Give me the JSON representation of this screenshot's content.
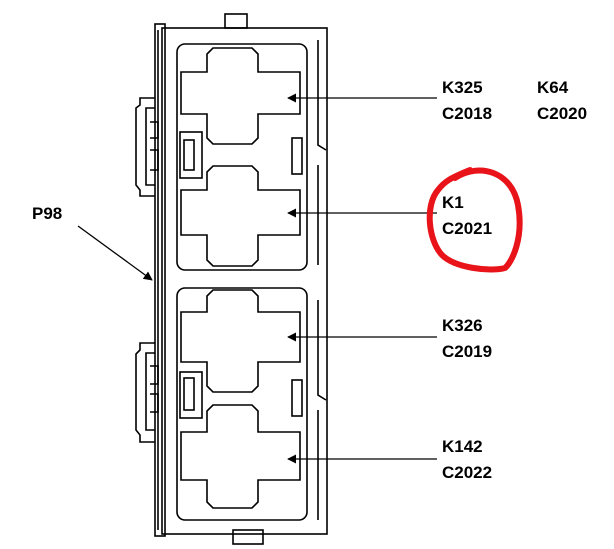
{
  "connector_label": "P98",
  "relays": [
    {
      "relay": "K325",
      "connector": "C2018"
    },
    {
      "relay": "K64",
      "connector": "C2020"
    },
    {
      "relay": "K1",
      "connector": "C2021"
    },
    {
      "relay": "K326",
      "connector": "C2019"
    },
    {
      "relay": "K142",
      "connector": "C2022"
    }
  ],
  "highlight": {
    "target": "K1 / C2021",
    "color": "#e8141a"
  },
  "colors": {
    "line": "#000000",
    "background": "#ffffff"
  }
}
